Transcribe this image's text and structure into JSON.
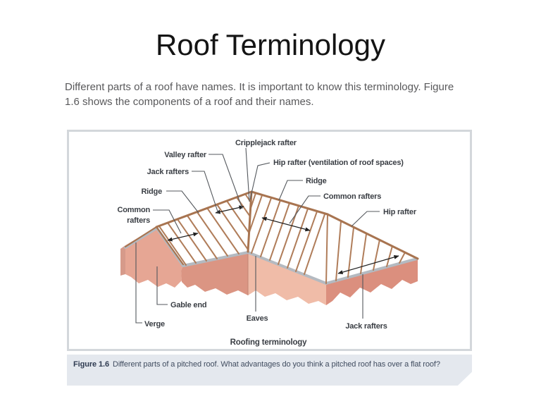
{
  "slide": {
    "title": "Roof Terminology",
    "intro": "Different parts of a roof have names. It is important to know this terminology. Figure\n1.6 shows the components of a roof and their names."
  },
  "diagram": {
    "caption": "Roofing terminology",
    "labels": {
      "cripplejack": "Cripplejack rafter",
      "valley": "Valley rafter",
      "jack_top": "Jack rafters",
      "ridge_left": "Ridge",
      "common_left": {
        "line1": "Common",
        "line2": "rafters"
      },
      "hip_vent": "Hip rafter (ventilation of roof spaces)",
      "ridge_right": "Ridge",
      "common_right": "Common rafters",
      "hip_right": "Hip rafter",
      "gable_end": "Gable end",
      "verge": "Verge",
      "eaves": "Eaves",
      "jack_bottom": "Jack rafters"
    },
    "colors": {
      "rafter": "#b07d5a",
      "ridge": "#a87450",
      "fascia_gray": "#b4bac1",
      "wall_gable": "#e6a694",
      "wall_left_return": "#d69a8a",
      "wall_under_left_eave": "#db9583",
      "wall_front": "#f0bca8",
      "wall_right_end": "#db8f7e",
      "leader_line": "#54585d",
      "arrow": "#1f1f1f",
      "box_border": "#d3d7db",
      "caption_bg": "#e4e8ee"
    }
  },
  "figure_caption": {
    "label": "Figure 1.6",
    "text": "Different parts of a pitched roof. What advantages do you think a pitched roof has over a flat roof?"
  }
}
